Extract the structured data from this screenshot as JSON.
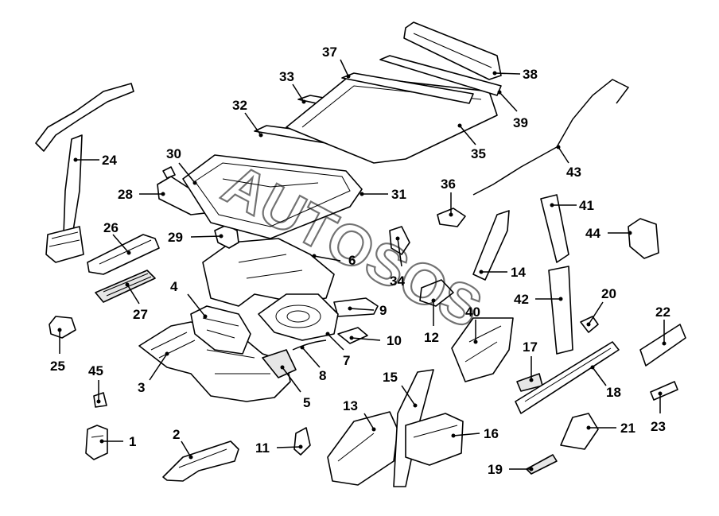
{
  "diagram": {
    "watermark": "AUTOSOS",
    "labels": {
      "p1": "1",
      "p2": "2",
      "p3": "3",
      "p4": "4",
      "p5": "5",
      "p6": "6",
      "p7": "7",
      "p8": "8",
      "p9": "9",
      "p10": "10",
      "p11": "11",
      "p12": "12",
      "p13": "13",
      "p14": "14",
      "p15": "15",
      "p16": "16",
      "p17": "17",
      "p18": "18",
      "p19": "19",
      "p20": "20",
      "p21": "21",
      "p22": "22",
      "p23": "23",
      "p24": "24",
      "p25": "25",
      "p26": "26",
      "p27": "27",
      "p28": "28",
      "p29": "29",
      "p30": "30",
      "p31": "31",
      "p32": "32",
      "p33": "33",
      "p34": "34",
      "p35": "35",
      "p36": "36",
      "p37": "37",
      "p38": "38",
      "p39": "39",
      "p40": "40",
      "p41": "41",
      "p42": "42",
      "p43": "43",
      "p44": "44",
      "p45": "45"
    }
  }
}
